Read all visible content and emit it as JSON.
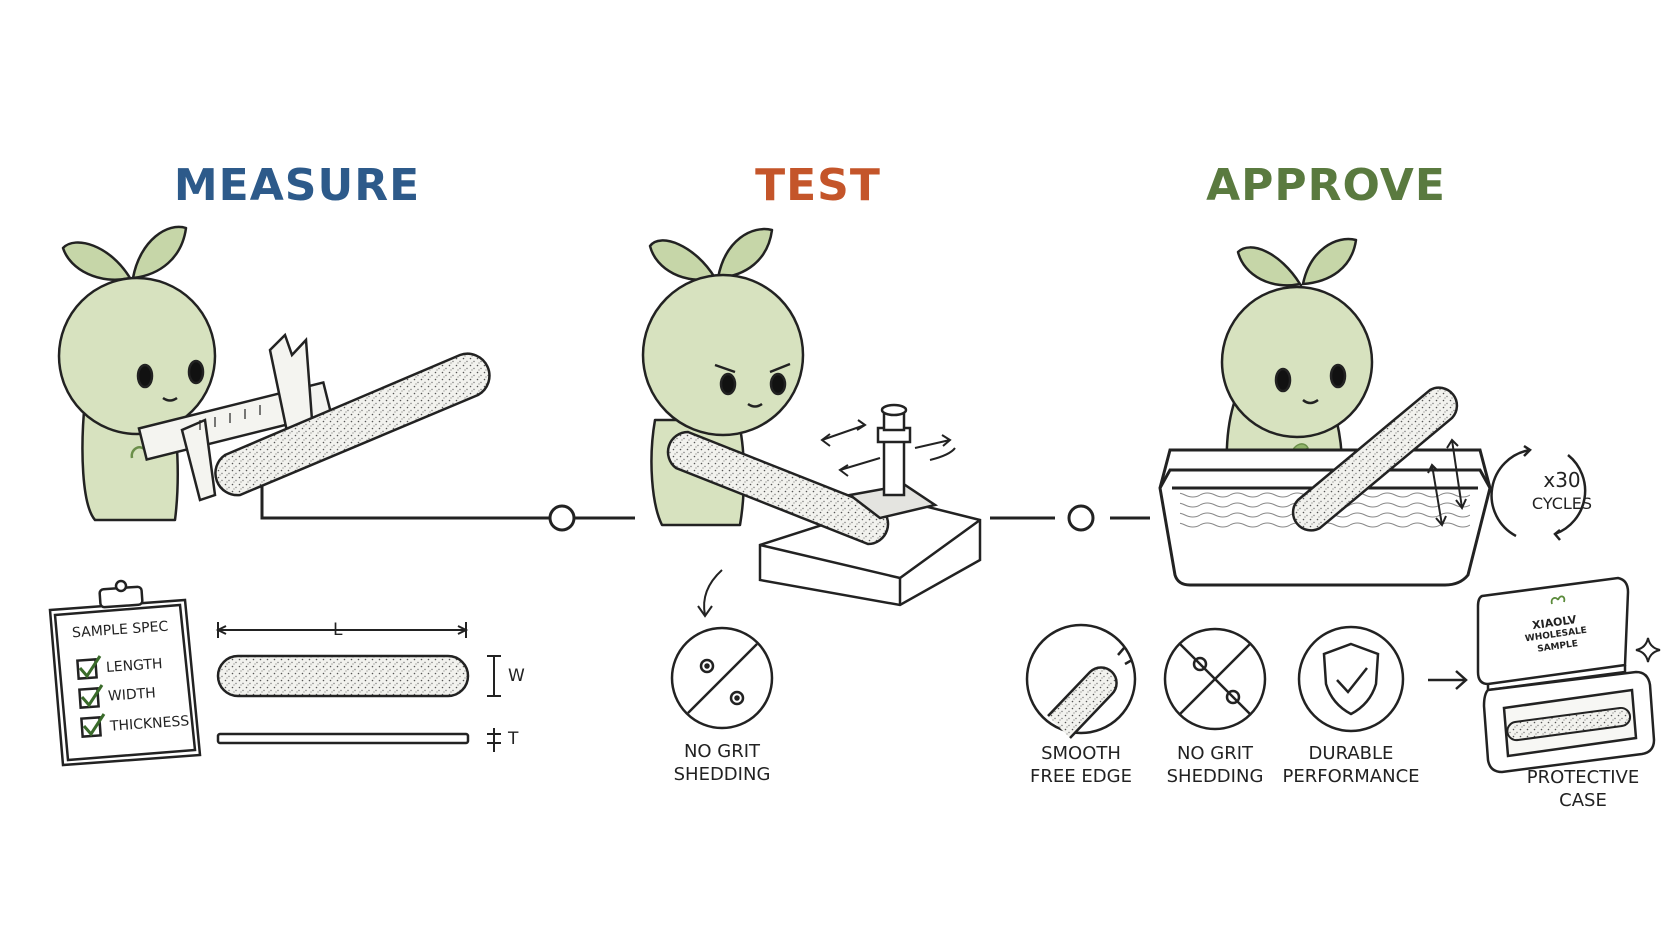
{
  "stages": {
    "measure": {
      "title": "MEASURE",
      "color": "#2d5a8a"
    },
    "test": {
      "title": "TEST",
      "color": "#c4552a"
    },
    "approve": {
      "title": "APPROVE",
      "color": "#5a7a3f"
    }
  },
  "spec_card": {
    "title": "SAMPLE SPEC",
    "items": [
      "LENGTH",
      "WIDTH",
      "THICKNESS"
    ]
  },
  "dimensions": {
    "length": "L",
    "width": "W",
    "thickness": "T"
  },
  "test_result": {
    "line1": "NO GRIT",
    "line2": "SHEDDING"
  },
  "cycles": {
    "count": "x30",
    "unit": "CYCLES"
  },
  "approve_badges": [
    {
      "line1": "SMOOTH",
      "line2": "FREE EDGE",
      "icon": "smooth-edge-icon"
    },
    {
      "line1": "NO GRIT",
      "line2": "SHEDDING",
      "icon": "no-grit-icon"
    },
    {
      "line1": "DURABLE",
      "line2": "PERFORMANCE",
      "icon": "shield-check-icon"
    }
  ],
  "case": {
    "brand": "XIAOLV",
    "line2": "WHOLESALE",
    "line3": "SAMPLE",
    "label_line1": "PROTECTIVE",
    "label_line2": "CASE"
  },
  "colors": {
    "mascot": "#d7e2bf",
    "leaf": "#c6d6a8",
    "ink": "#222222"
  }
}
